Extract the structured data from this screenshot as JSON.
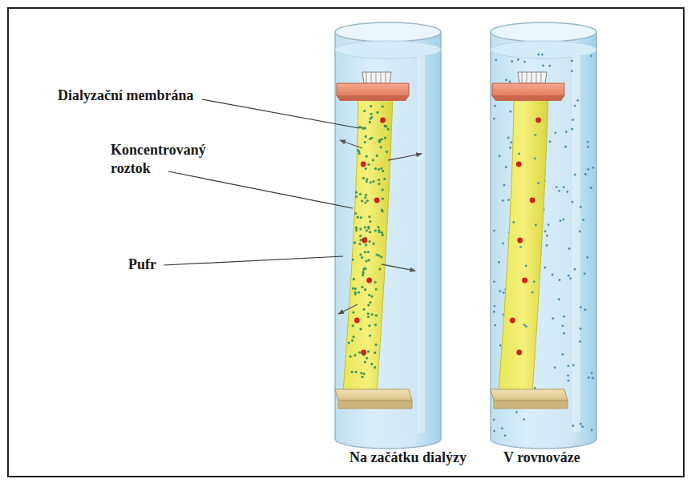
{
  "diagram": {
    "labels": [
      "Dialyzační membrána",
      "Koncentrovaný roztok",
      "Pufr",
      "Na začátku dialýzy",
      "V rovnováze"
    ]
  }
}
